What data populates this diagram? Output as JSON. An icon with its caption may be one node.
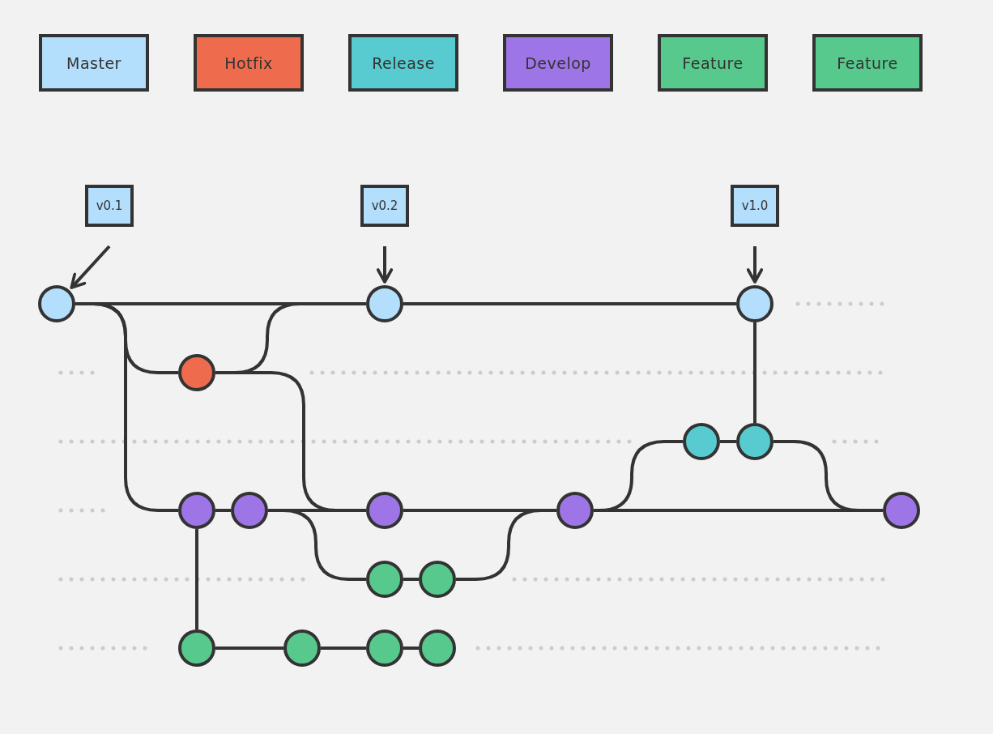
{
  "diagram": {
    "nodes": [
      {
        "text": [
          "v0.1"
        ]
      },
      {
        "text": [
          "v0.2"
        ]
      },
      {
        "text": [
          "v1.0"
        ]
      },
      {
        "text": [],
        "shape": "circle"
      },
      {
        "text": [],
        "shape": "circle"
      },
      {
        "text": [],
        "shape": "circle"
      },
      {
        "text": [],
        "shape": "circle"
      },
      {
        "text": [],
        "shape": "circle"
      },
      {
        "text": [],
        "shape": "circle"
      },
      {
        "text": [],
        "shape": "circle"
      },
      {
        "text": [],
        "shape": "circle"
      },
      {
        "text": [],
        "shape": "circle"
      },
      {
        "text": [],
        "shape": "circle"
      },
      {
        "text": [],
        "shape": "circle"
      },
      {
        "text": [],
        "shape": "circle"
      },
      {
        "text": [],
        "shape": "circle"
      },
      {
        "text": [],
        "shape": "circle"
      },
      {
        "text": [],
        "shape": "circle"
      },
      {
        "text": [],
        "shape": "circle"
      },
      {
        "text": [],
        "shape": "circle"
      }
    ],
    "edges": [
      {
        "from": 0,
        "to": 3,
        "arrow": "to"
      },
      {
        "from": 1,
        "to": 4,
        "arrow": "to"
      },
      {
        "from": 2,
        "to": 5,
        "arrow": "to"
      },
      {
        "from": 3,
        "to": 4,
        "arrow": "none"
      },
      {
        "from": 4,
        "to": 5,
        "arrow": "none"
      },
      {
        "from": 3,
        "to": 6,
        "arrow": "none"
      },
      {
        "from": 6,
        "to": 4,
        "arrow": "none"
      },
      {
        "from": 6,
        "to": 11,
        "arrow": "none"
      },
      {
        "from": 3,
        "to": 9,
        "arrow": "none"
      },
      {
        "from": 9,
        "to": 10,
        "arrow": "none"
      },
      {
        "from": 10,
        "to": 11,
        "arrow": "none"
      },
      {
        "from": 10,
        "to": 14,
        "arrow": "none"
      },
      {
        "from": 14,
        "to": 15,
        "arrow": "none"
      },
      {
        "from": 15,
        "to": 12,
        "arrow": "none"
      },
      {
        "from": 11,
        "to": 12,
        "arrow": "none"
      },
      {
        "from": 12,
        "to": 7,
        "arrow": "none"
      },
      {
        "from": 7,
        "to": 8,
        "arrow": "none"
      },
      {
        "from": 8,
        "to": 5,
        "arrow": "none"
      },
      {
        "from": 8,
        "to": 13,
        "arrow": "none"
      },
      {
        "from": 12,
        "to": 13,
        "arrow": "none"
      },
      {
        "from": 9,
        "to": 16,
        "arrow": "none"
      },
      {
        "from": 16,
        "to": 17,
        "arrow": "none"
      },
      {
        "from": 17,
        "to": 18,
        "arrow": "none"
      },
      {
        "from": 18,
        "to": 19,
        "arrow": "none"
      }
    ],
    "legend": [
      {
        "text": "Master",
        "color": "#b3defc"
      },
      {
        "text": "Hotfix",
        "color": "#ee6c4d"
      },
      {
        "text": "Release",
        "color": "#57cbcf"
      },
      {
        "text": "Develop",
        "color": "#9e75e6"
      },
      {
        "text": "Feature",
        "color": "#57c98c"
      },
      {
        "text": "Feature",
        "color": "#57c98c"
      }
    ]
  }
}
